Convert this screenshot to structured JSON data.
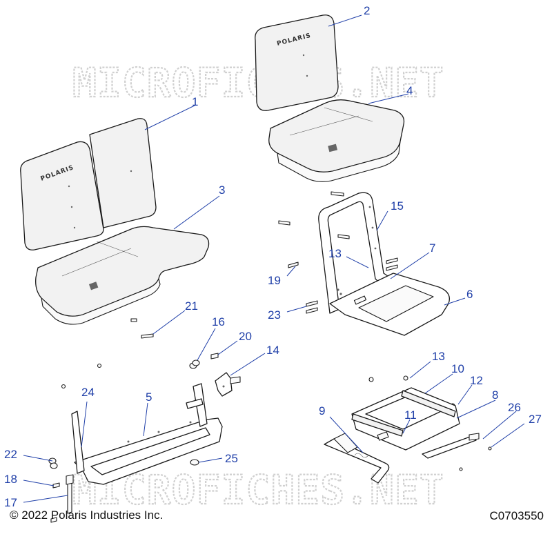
{
  "watermark": "MICROFICHES.NET",
  "seat_logo": "POLARIS",
  "callouts": [
    {
      "label": "1"
    },
    {
      "label": "2"
    },
    {
      "label": "3"
    },
    {
      "label": "4"
    },
    {
      "label": "5"
    },
    {
      "label": "6"
    },
    {
      "label": "7"
    },
    {
      "label": "8"
    },
    {
      "label": "9"
    },
    {
      "label": "10"
    },
    {
      "label": "11"
    },
    {
      "label": "12"
    },
    {
      "label": "13"
    },
    {
      "label": "13"
    },
    {
      "label": "14"
    },
    {
      "label": "15"
    },
    {
      "label": "16"
    },
    {
      "label": "17"
    },
    {
      "label": "18"
    },
    {
      "label": "19"
    },
    {
      "label": "20"
    },
    {
      "label": "21"
    },
    {
      "label": "22"
    },
    {
      "label": "23"
    },
    {
      "label": "24"
    },
    {
      "label": "25"
    },
    {
      "label": "26"
    },
    {
      "label": "27"
    }
  ],
  "footer": {
    "copyright": "© 2022 Polaris Industries Inc.",
    "drawing_id": "C0703550"
  }
}
